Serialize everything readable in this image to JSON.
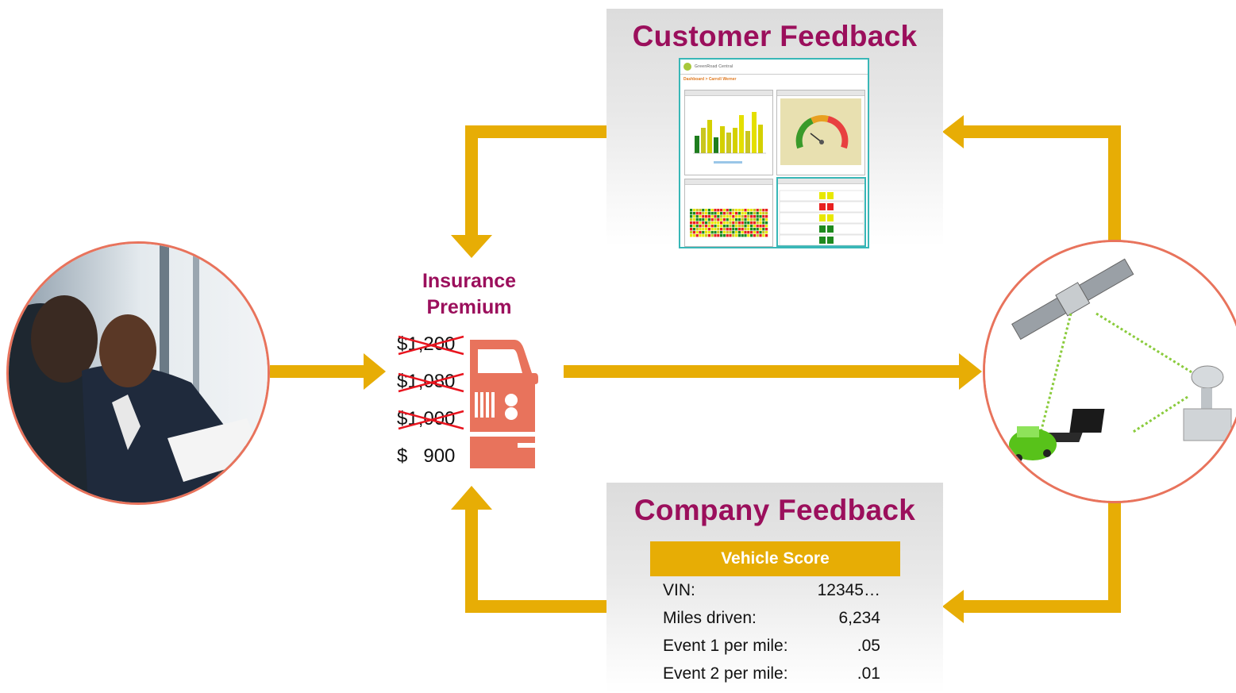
{
  "customer_feedback": {
    "title": "Customer Feedback",
    "dashboard": {
      "brand": "GreenRoad Central",
      "breadcrumb": "Dashboard > Carroll Werner"
    }
  },
  "company_feedback": {
    "title": "Company Feedback",
    "vehicle_score": {
      "header": "Vehicle Score",
      "rows": [
        {
          "label": "VIN:",
          "value": "12345…"
        },
        {
          "label": "Miles driven:",
          "value": "6,234"
        },
        {
          "label": "Event 1 per mile:",
          "value": ".05"
        },
        {
          "label": "Event 2 per mile:",
          "value": ".01"
        }
      ]
    }
  },
  "insurance": {
    "title_line1": "Insurance",
    "title_line2": "Premium",
    "prices": [
      {
        "text": "$1,200",
        "crossed": true
      },
      {
        "text": "$1,080",
        "crossed": true
      },
      {
        "text": "$1,000",
        "crossed": true
      },
      {
        "text": "$   900",
        "crossed": false
      }
    ]
  },
  "colors": {
    "arrow": "#e7ad05",
    "title_magenta": "#9b0f5c",
    "circle_border": "#e8735c",
    "car_icon": "#e8735c",
    "strike": "#e8141e"
  },
  "icons": [
    "business-meeting-photo",
    "car-icon",
    "satellite-network-illustration"
  ]
}
